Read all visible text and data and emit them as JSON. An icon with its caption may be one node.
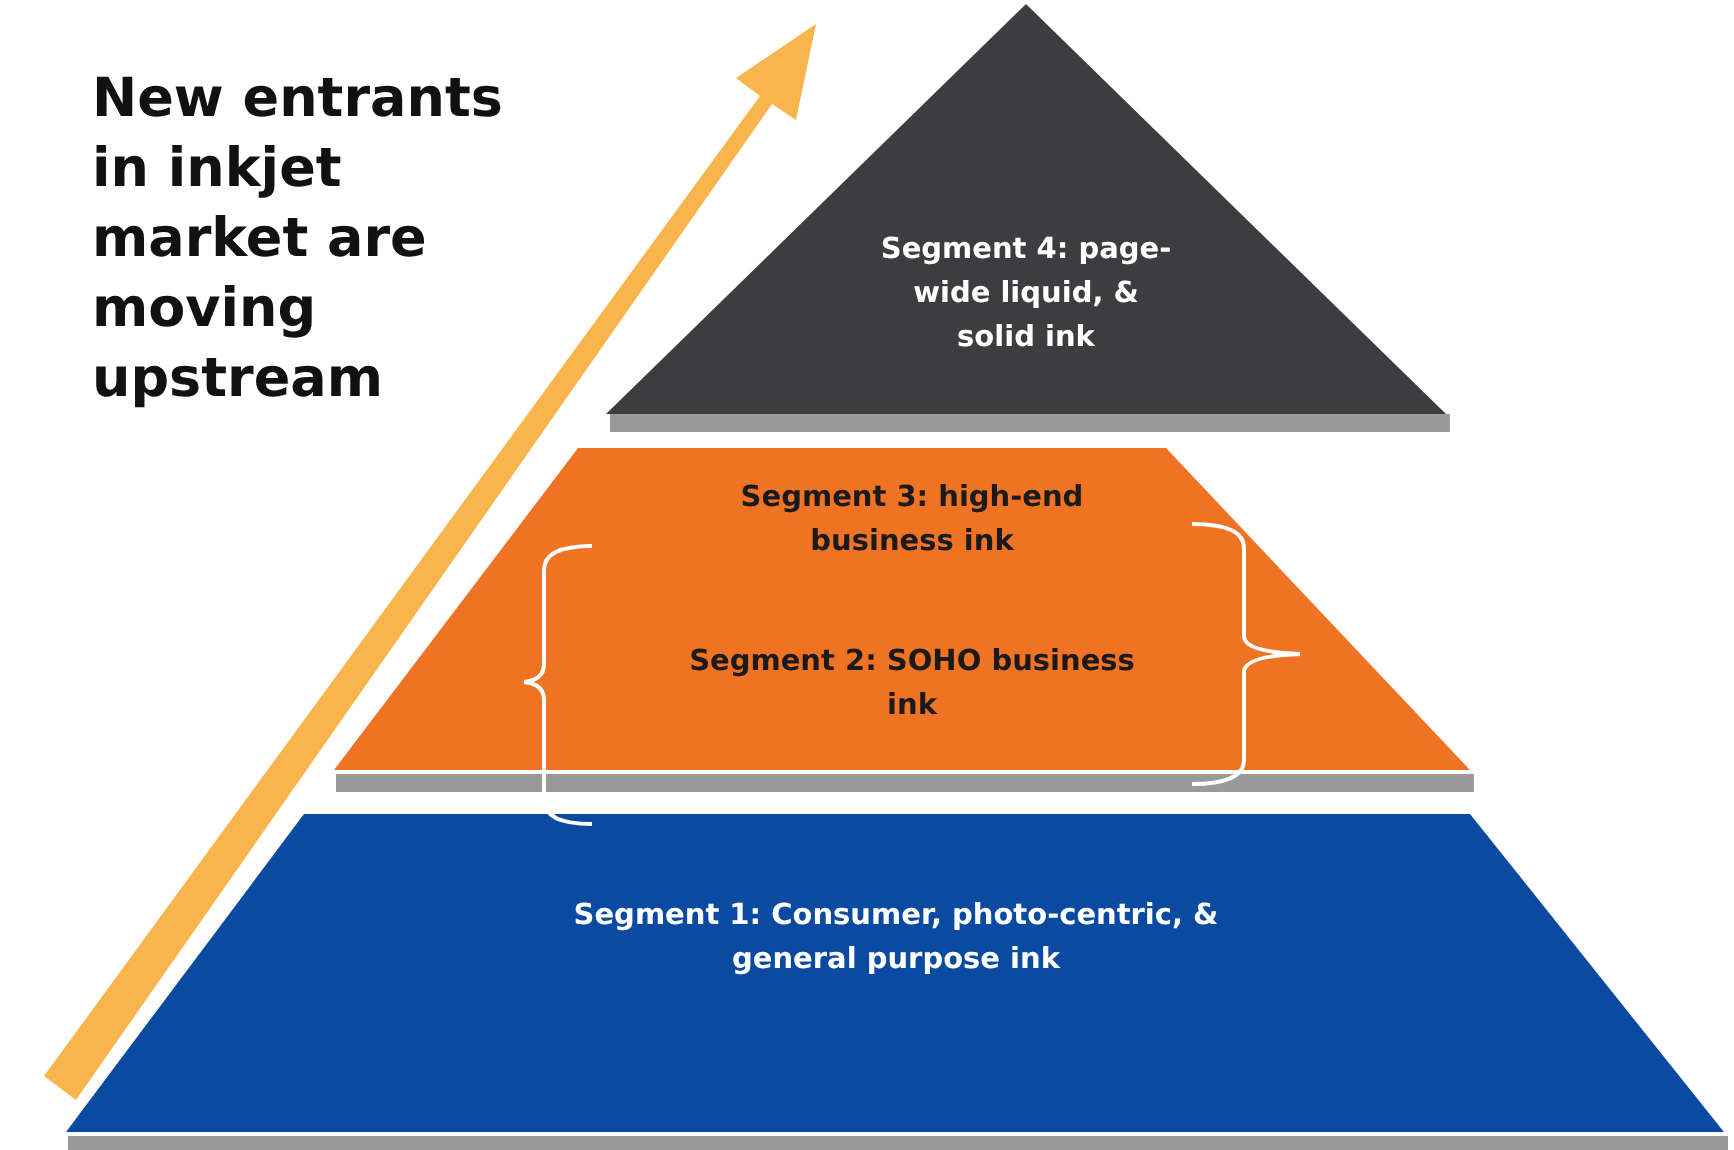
{
  "diagram": {
    "nodes": [
      {
        "text": [
          "Segment 4: page-wide liquid, & solid ink"
        ]
      },
      {
        "text": [
          "Segment 3: high-end business ink",
          "Segment 2: SOHO business ink"
        ]
      },
      {
        "text": [
          "Segment 1: Consumer, photo-centric, & general purpose ink"
        ]
      }
    ],
    "labels": [
      "New entrants in inkjet market are moving upstream"
    ]
  }
}
